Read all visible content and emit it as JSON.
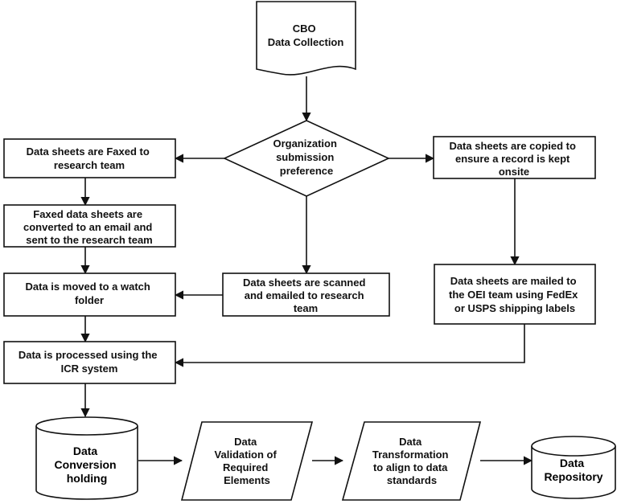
{
  "nodes": {
    "cbo_collection": [
      "CBO",
      "Data Collection"
    ],
    "decision": [
      "Organization",
      "submission",
      "preference"
    ],
    "faxed": [
      "Data sheets are Faxed to",
      "research team"
    ],
    "fax_email": [
      "Faxed data sheets are",
      "converted to an email and",
      "sent to the research team"
    ],
    "watch_folder": [
      "Data is moved to a watch",
      "folder"
    ],
    "icr": [
      "Data is processed using the",
      "ICR system"
    ],
    "scanned": [
      "Data sheets are scanned",
      "and emailed to research",
      "team"
    ],
    "copied": [
      "Data sheets are copied to",
      "ensure a record is kept",
      "onsite"
    ],
    "mailed": [
      "Data sheets are mailed to",
      "the OEI team using FedEx",
      "or USPS shipping labels"
    ],
    "conversion": [
      "Data",
      "Conversion",
      "holding"
    ],
    "validation": [
      "Data",
      "Validation of",
      "Required",
      "Elements"
    ],
    "transformation": [
      "Data",
      "Transformation",
      "to align to data",
      "standards"
    ],
    "repository": [
      "Data",
      "Repository"
    ]
  }
}
